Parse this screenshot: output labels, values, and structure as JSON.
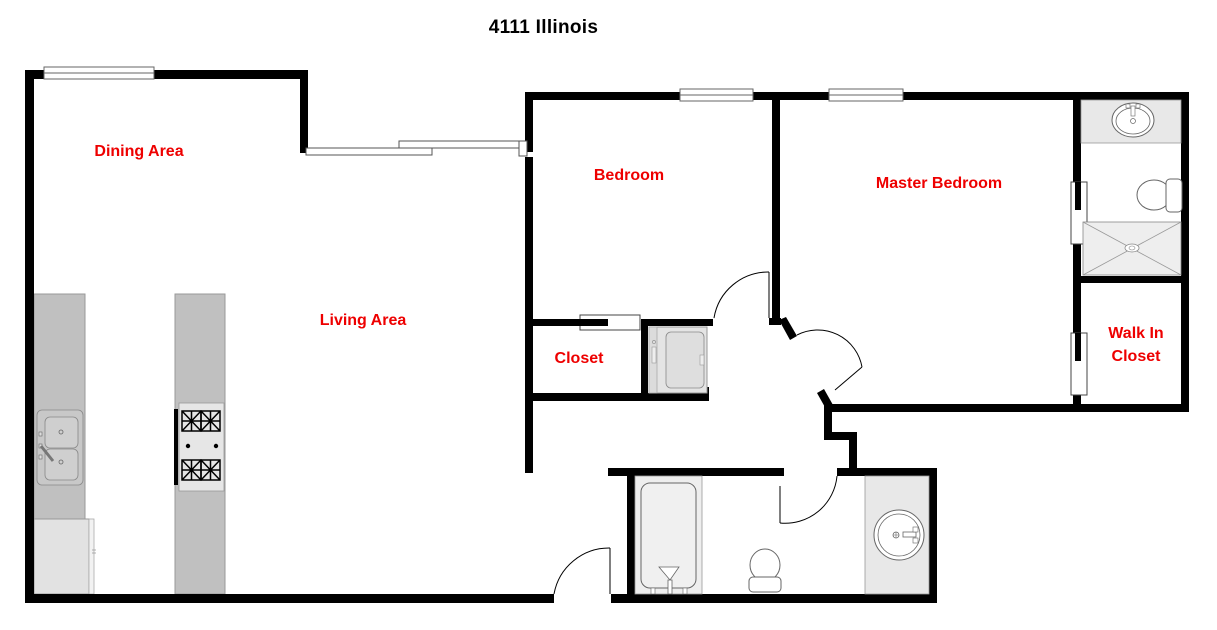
{
  "title": "4111 Illinois",
  "colors": {
    "wall": "#000000",
    "label": "#ee0000",
    "counter": "#c0c0c0",
    "fixture": "#e6e6e6",
    "fixture_stroke": "#888888"
  },
  "rooms": [
    {
      "id": "dining",
      "label": "Dining Area"
    },
    {
      "id": "living",
      "label": "Living Area"
    },
    {
      "id": "bedroom",
      "label": "Bedroom"
    },
    {
      "id": "closet",
      "label": "Closet"
    },
    {
      "id": "master",
      "label": "Master Bedroom"
    },
    {
      "id": "walkin_1",
      "label": "Walk In"
    },
    {
      "id": "walkin_2",
      "label": "Closet"
    }
  ],
  "fixtures": [
    "kitchen-sink",
    "cooktop",
    "refrigerator",
    "washer-dryer",
    "bathtub",
    "toilet",
    "bathroom-sink",
    "shower",
    "ensuite-sink",
    "ensuite-toilet"
  ]
}
